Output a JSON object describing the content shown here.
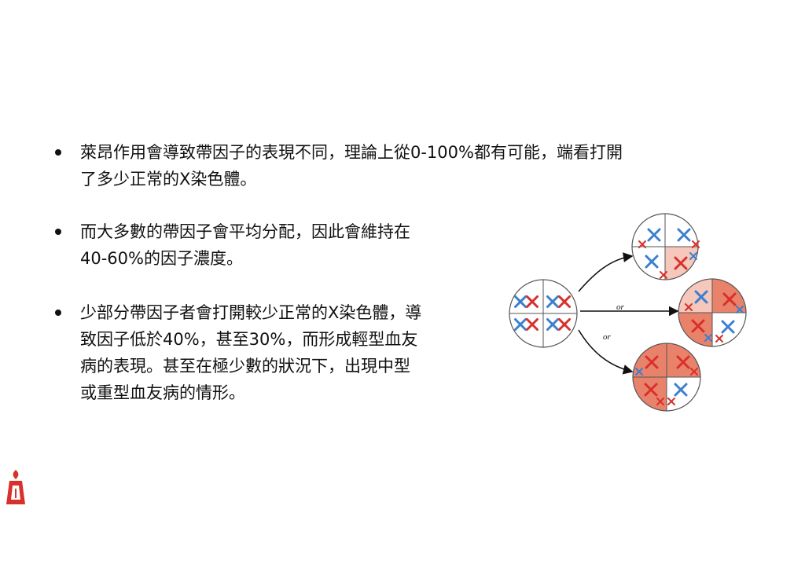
{
  "bullets": [
    {
      "lines": [
        "萊昂作用會導致帶因子的表現不同，理論上從0-100%都有可能，端看打開",
        "了多少正常的X染色體。"
      ]
    },
    {
      "lines": [
        "而大多數的帶因子會平均分配，因此會維持在",
        "40-60%的因子濃度。"
      ]
    },
    {
      "lines": [
        "少部分帶因子者會打開較少正常的X染色體，導",
        "致因子低於40%，甚至30%，而形成輕型血友",
        "病的表現。甚至在極少數的狀況下，出現中型",
        "或重型血友病的情形。"
      ]
    }
  ],
  "diagram": {
    "arrow_labels": [
      "or",
      "or"
    ],
    "colors": {
      "blue": "#3a7fd0",
      "red": "#d8302a",
      "shade_dark": "#e9826a",
      "shade_light": "#f6c7bb"
    }
  },
  "logo": {
    "icon": "hemophilia-society-logo-icon",
    "color": "#d8302a"
  }
}
